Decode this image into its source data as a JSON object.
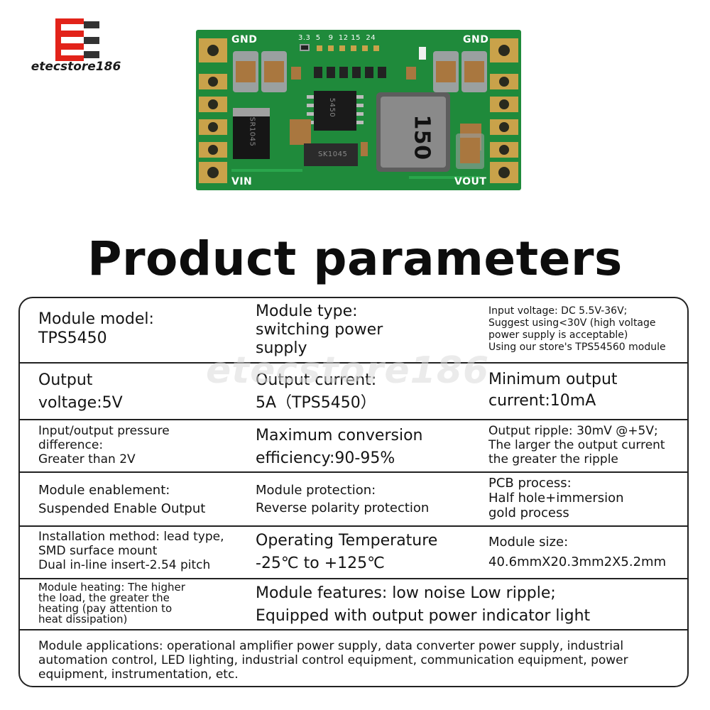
{
  "logo": {
    "brand_text": "etecstore186",
    "accent": "#e2231a"
  },
  "pcb": {
    "labels": {
      "gnd_left": "GND",
      "gnd_right": "GND",
      "vin": "VIN",
      "vout": "VOUT",
      "voltage_select": "3.3  5   9  12 15  24",
      "inductor_marking": "150",
      "diode_marking": "SR1045",
      "diode2_marking": "SK1045",
      "ic_marking": "5450"
    },
    "board_color": "#1f8a3b",
    "pad_color": "#c9a24a"
  },
  "title": "Product parameters",
  "watermark": "etecstore186",
  "table": {
    "row1": {
      "c1": "Module model:\nTPS5450",
      "c2": "Module type:\nswitching power\nsupply",
      "c3": "Input voltage: DC 5.5V-36V;\nSuggest using<30V (high voltage\npower supply is acceptable)\nUsing our store's TPS54560 module"
    },
    "row2": {
      "c1": "Output\nvoltage:5V",
      "c2": "Output current:\n5A（TPS5450）",
      "c3": "Minimum output\ncurrent:10mA"
    },
    "row3": {
      "c1": "Input/output pressure\ndifference:\nGreater than 2V",
      "c2": "Maximum conversion\nefficiency:90-95%",
      "c3": "Output ripple: 30mV @+5V;\nThe larger the output current\nthe greater the ripple"
    },
    "row4": {
      "c1": "Module enablement:\nSuspended Enable Output",
      "c2": "Module protection:\nReverse polarity protection",
      "c3": "PCB process:\nHalf hole+immersion\ngold process"
    },
    "row5": {
      "c1": "Installation method: lead type,\n SMD surface mount\nDual in-line insert-2.54 pitch",
      "c2": "Operating Temperature\n-25℃ to +125℃",
      "c3": "Module size:\n40.6mmX20.3mm2X5.2mm"
    },
    "row6": {
      "c1": "Module heating: The higher\nthe load, the greater the\nheating (pay attention to\nheat dissipation)",
      "c2": "Module features: low noise Low ripple;\nEquipped with output power indicator light"
    },
    "row7": {
      "c1": "Module applications: operational amplifier power supply, data converter power supply, industrial\nautomation control, LED lighting, industrial control equipment, communication equipment, power\nequipment, instrumentation, etc."
    }
  }
}
